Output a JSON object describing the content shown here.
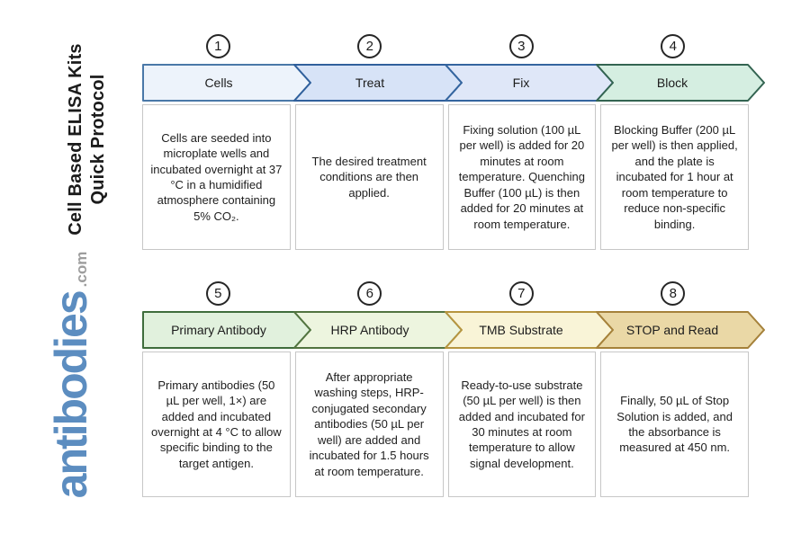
{
  "page": {
    "background": "#ffffff"
  },
  "sidebar": {
    "title_line1": "Cell Based ELISA Kits",
    "title_line2": "Quick Protocol",
    "title_color": "#1b1b1b"
  },
  "brand": {
    "name": "antibodies",
    "suffix": ".com",
    "name_color": "#5c8dc0",
    "suffix_color": "#9d9d9d"
  },
  "steps": [
    {
      "number": "1",
      "label": "Cells",
      "fill": "#edf3fb",
      "stroke": "#4a78a8",
      "description": "Cells are seeded into microplate wells and incubated overnight at 37 °C in a humidified atmosphere containing 5% CO₂."
    },
    {
      "number": "2",
      "label": "Treat",
      "fill": "#d7e3f7",
      "stroke": "#30609c",
      "description": "The desired treatment conditions are then applied."
    },
    {
      "number": "3",
      "label": "Fix",
      "fill": "#dfe7f8",
      "stroke": "#34659f",
      "description": "Fixing solution (100 µL per well) is added for 20 minutes at room temperature. Quenching Buffer (100 µL) is then added for 20 minutes at room temperature."
    },
    {
      "number": "4",
      "label": "Block",
      "fill": "#d5eee1",
      "stroke": "#336451",
      "description": "Blocking Buffer (200 µL per well) is then applied, and the plate is incubated for 1 hour at room temperature to reduce non-specific binding."
    },
    {
      "number": "5",
      "label": "Primary Antibody",
      "fill": "#e1f1dd",
      "stroke": "#3f6d3c",
      "description": "Primary antibodies (50 µL per well, 1×) are added and incubated overnight at 4 °C to allow specific binding to the target antigen."
    },
    {
      "number": "6",
      "label": "HRP Antibody",
      "fill": "#edf5df",
      "stroke": "#527440",
      "description": "After appropriate washing steps, HRP-conjugated secondary antibodies (50 µL per well) are added and incubated for 1.5 hours at room temperature."
    },
    {
      "number": "7",
      "label": "TMB Substrate",
      "fill": "#f9f4d7",
      "stroke": "#b6953f",
      "description": "Ready-to-use substrate (50 µL per well) is then added and incubated for 30 minutes at room temperature to allow signal development."
    },
    {
      "number": "8",
      "label": "STOP and Read",
      "fill": "#ead8a6",
      "stroke": "#a5813a",
      "description": "Finally, 50 µL of Stop Solution is added, and the absorbance is measured at 450 nm."
    }
  ]
}
